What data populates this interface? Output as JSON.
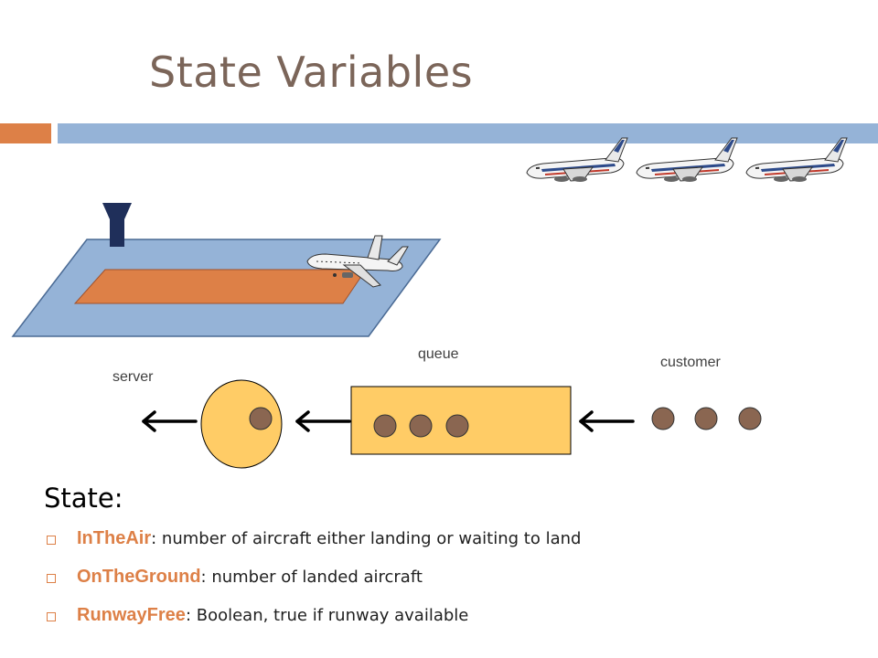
{
  "title": "State Variables",
  "diagram": {
    "labels": {
      "server": "server",
      "queue": "queue",
      "customer": "customer"
    },
    "queue_customer_count": 3,
    "arriving_customer_count": 3,
    "server_customer_count": 1,
    "waiting_aircraft_count": 3
  },
  "state": {
    "heading": "State:",
    "items": [
      {
        "term": "InTheAir",
        "desc": ": number of aircraft either landing or waiting to land"
      },
      {
        "term": "OnTheGround",
        "desc": ": number of landed aircraft"
      },
      {
        "term": "RunwayFree",
        "desc": ": Boolean, true if runway available"
      }
    ]
  },
  "colors": {
    "title": "#7b6559",
    "accent_orange": "#dd8047",
    "accent_blue": "#95b3d7",
    "airfield": "#95b3d7",
    "runway": "#dd8047",
    "tower": "#1f2f5a",
    "queue_fill": "#ffcc66",
    "customer_dot": "#8a6651"
  }
}
